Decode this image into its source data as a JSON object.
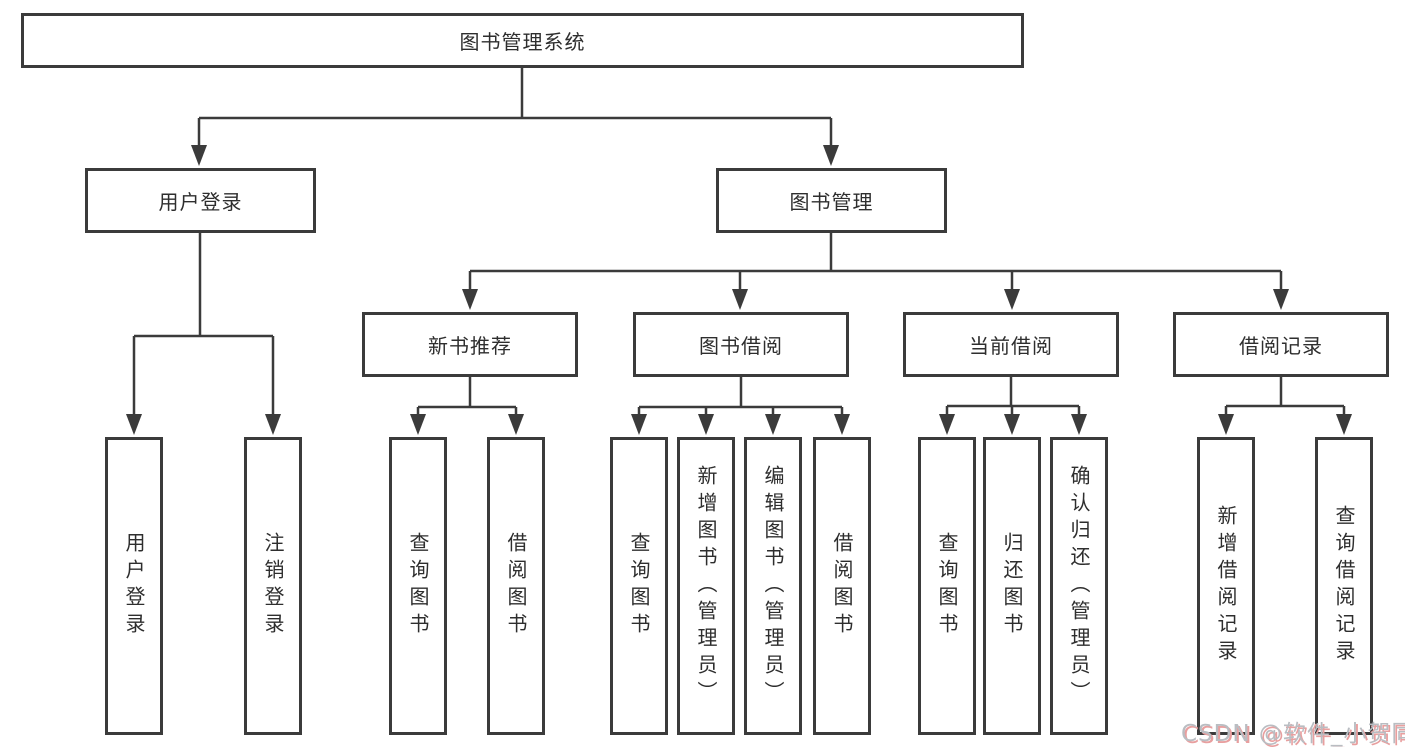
{
  "diagram": {
    "title": "图书管理系统",
    "level2": [
      {
        "label": "用户登录"
      },
      {
        "label": "图书管理"
      }
    ],
    "level3": [
      {
        "label": "新书推荐",
        "parent": "图书管理"
      },
      {
        "label": "图书借阅",
        "parent": "图书管理"
      },
      {
        "label": "当前借阅",
        "parent": "图书管理"
      },
      {
        "label": "借阅记录",
        "parent": "图书管理"
      }
    ],
    "leaves": [
      {
        "label": "用户登录",
        "parent": "用户登录"
      },
      {
        "label": "注销登录",
        "parent": "用户登录"
      },
      {
        "label": "查询图书",
        "parent": "新书推荐"
      },
      {
        "label": "借阅图书",
        "parent": "新书推荐"
      },
      {
        "label": "查询图书",
        "parent": "图书借阅"
      },
      {
        "label": "新增图书（管理员）",
        "parent": "图书借阅"
      },
      {
        "label": "编辑图书（管理员）",
        "parent": "图书借阅"
      },
      {
        "label": "借阅图书",
        "parent": "图书借阅"
      },
      {
        "label": "查询图书",
        "parent": "当前借阅"
      },
      {
        "label": "归还图书",
        "parent": "当前借阅"
      },
      {
        "label": "确认归还（管理员）",
        "parent": "当前借阅"
      },
      {
        "label": "新增借阅记录",
        "parent": "借阅记录"
      },
      {
        "label": "查询借阅记录",
        "parent": "借阅记录"
      }
    ],
    "colors": {
      "line": "#3b3b3b",
      "box_border": "#3b3b3b",
      "text": "#2e2e2e",
      "background": "#ffffff",
      "watermark_text": "#b9bdc2",
      "watermark_shadow": "#e89f9f"
    }
  },
  "watermark": {
    "text": "CSDN @软件_小贺同学"
  }
}
